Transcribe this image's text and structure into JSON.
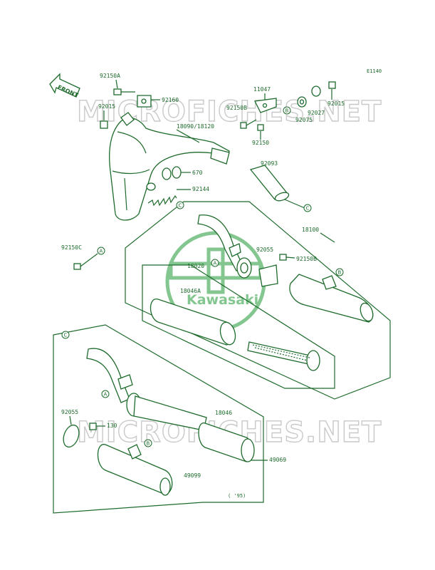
{
  "page_code": "E1140",
  "front_label": "FRONT",
  "watermark": "MICROFICHES.NET",
  "logo_text": "Kawasaki",
  "year_note": "( '95)",
  "part_numbers": {
    "p92150A": "92150A",
    "p92160": "92160",
    "p92015_left": "92015",
    "p18090": "18090/18120",
    "p670": "670",
    "p92144": "92144",
    "p92093": "92093",
    "p11047": "11047",
    "p92150B_top": "92150B",
    "p92150": "92150",
    "p92027": "92027",
    "p92075": "92075",
    "p92015_right": "92015",
    "p18100": "18100",
    "p92150C": "92150C",
    "p92055_upper": "92055",
    "p92150B_mid": "92150B",
    "p18020": "18020",
    "p18046A": "18046A",
    "p92055_lower": "92055",
    "p130": "130",
    "p18046": "18046",
    "p49069": "49069",
    "p49099": "49099"
  },
  "callouts": {
    "a": "A",
    "b": "B",
    "c": "C"
  },
  "colors": {
    "line": "#1e6b2c",
    "watermark": "#c9c9c9",
    "background": "#ffffff"
  }
}
